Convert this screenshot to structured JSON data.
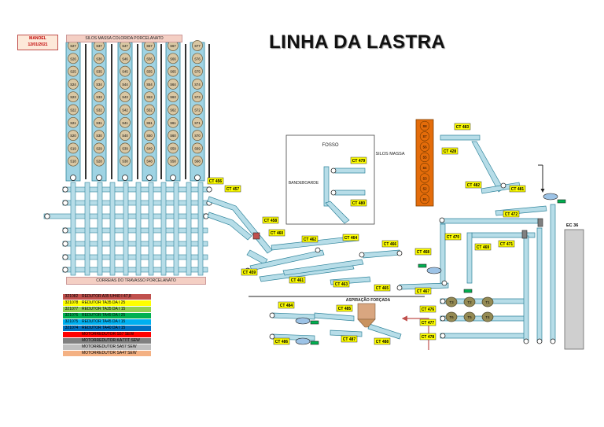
{
  "title": "LINHA DA LASTRA",
  "author": {
    "name": "MANOEL",
    "date": "12/01/2021"
  },
  "headers": {
    "silos": "SILOS MASSA COLORIDA PORCELANATO",
    "correias": "CORREIAS DO TRAVASSO PORCELANATO"
  },
  "fosso_box": {
    "title": "FOSSO",
    "side_label": "BANDEBOARDE"
  },
  "silos_massa_label": "SILOS MASSA",
  "aspiracao_label": "ASPIRAÇÃO FORÇADA",
  "ec_label": "EC 36",
  "legend": [
    {
      "code": "321082",
      "desc": "REDUTOR A35 UH40 I 47,8",
      "color": "#c0504d"
    },
    {
      "code": "321078",
      "desc": "REDUTOR TA35 DA I 25",
      "color": "#ffff00"
    },
    {
      "code": "321077",
      "desc": "REDUTOR TA35 DA I 15",
      "color": "#92d050"
    },
    {
      "code": "321076",
      "desc": "REDUTOR TA45 DA I 25",
      "color": "#00b050"
    },
    {
      "code": "321075",
      "desc": "REDUTOR TA45 DA I 15",
      "color": "#00b0f0"
    },
    {
      "code": "321074",
      "desc": "REDUTOR TA40 DA I 15",
      "color": "#0070c0"
    },
    {
      "code": "",
      "desc": "MOTORREDUTOR S57 SEW",
      "color": "#ff0000"
    },
    {
      "code": "",
      "desc": "MOTORREDUTOR KA77/T SEW",
      "color": "#808080"
    },
    {
      "code": "",
      "desc": "MOTORREDUTOR SA57 SEW",
      "color": "#bfbfbf"
    },
    {
      "code": "",
      "desc": "MOTORREDUTOR SA47 SEW",
      "color": "#f4b183"
    }
  ],
  "silo_columns": [
    [
      "S27",
      "S26",
      "S25",
      "S24",
      "S23",
      "S22",
      "S21",
      "S20",
      "S19",
      "S18"
    ],
    [
      "S37",
      "S36",
      "S35",
      "S34",
      "S33",
      "S32",
      "S31",
      "S30",
      "S29",
      "S28"
    ],
    [
      "S47",
      "S46",
      "S45",
      "S44",
      "S43",
      "S42",
      "S41",
      "S40",
      "S39",
      "S38"
    ],
    [
      "S57",
      "S56",
      "S55",
      "S54",
      "S53",
      "S52",
      "S51",
      "S50",
      "S49",
      "S48"
    ],
    [
      "S67",
      "S66",
      "S65",
      "S64",
      "S63",
      "S62",
      "S61",
      "S60",
      "S59",
      "S58"
    ],
    [
      "S77",
      "S76",
      "S75",
      "S74",
      "S73",
      "S72",
      "S71",
      "S70",
      "S69",
      "S68"
    ]
  ],
  "orange_silos": [
    "S8",
    "S7",
    "S6",
    "S5",
    "S4",
    "S3",
    "S2",
    "S1"
  ],
  "tanks": [
    "T3",
    "T2",
    "T1",
    "T6",
    "T5",
    "T4"
  ],
  "ct_labels": [
    {
      "id": "ct456",
      "text": "CT 456"
    },
    {
      "id": "ct457",
      "text": "CT 457"
    },
    {
      "id": "ct458",
      "text": "CT 458"
    },
    {
      "id": "ct460",
      "text": "CT 460"
    },
    {
      "id": "ct459",
      "text": "CT 459"
    },
    {
      "id": "ct461",
      "text": "CT 461"
    },
    {
      "id": "ct462",
      "text": "CT 462"
    },
    {
      "id": "ct463",
      "text": "CT 463"
    },
    {
      "id": "ct464",
      "text": "CT 464"
    },
    {
      "id": "ct465",
      "text": "CT 465"
    },
    {
      "id": "ct466",
      "text": "CT 466"
    },
    {
      "id": "ct468",
      "text": "CT 468"
    },
    {
      "id": "ct467",
      "text": "CT 467"
    },
    {
      "id": "ct479",
      "text": "CT 479"
    },
    {
      "id": "ct480",
      "text": "CT 480"
    },
    {
      "id": "ct483",
      "text": "CT 483"
    },
    {
      "id": "ct428",
      "text": "CT 428"
    },
    {
      "id": "ct482",
      "text": "CT 482"
    },
    {
      "id": "ct481",
      "text": "CT 481"
    },
    {
      "id": "ct472",
      "text": "CT 472"
    },
    {
      "id": "ct470",
      "text": "CT 470"
    },
    {
      "id": "ct469",
      "text": "CT 469"
    },
    {
      "id": "ct471",
      "text": "CT 471"
    },
    {
      "id": "ct476",
      "text": "CT 476"
    },
    {
      "id": "ct477",
      "text": "CT 477"
    },
    {
      "id": "ct478",
      "text": "CT 478"
    },
    {
      "id": "ct484",
      "text": "CT 484"
    },
    {
      "id": "ct485",
      "text": "CT 485"
    },
    {
      "id": "ct486",
      "text": "CT 486"
    },
    {
      "id": "ct487",
      "text": "CT 487"
    },
    {
      "id": "ct488",
      "text": "CT 488"
    }
  ],
  "colors": {
    "belt": "#b7dde8",
    "belt_stroke": "#31859c",
    "silo_column": "#9fd3e3",
    "silo_fill": "#d9c7a3",
    "orange_silo": "#e46c0a",
    "ct_label_bg": "#ffff00",
    "pipe_red": "#c0504d"
  }
}
